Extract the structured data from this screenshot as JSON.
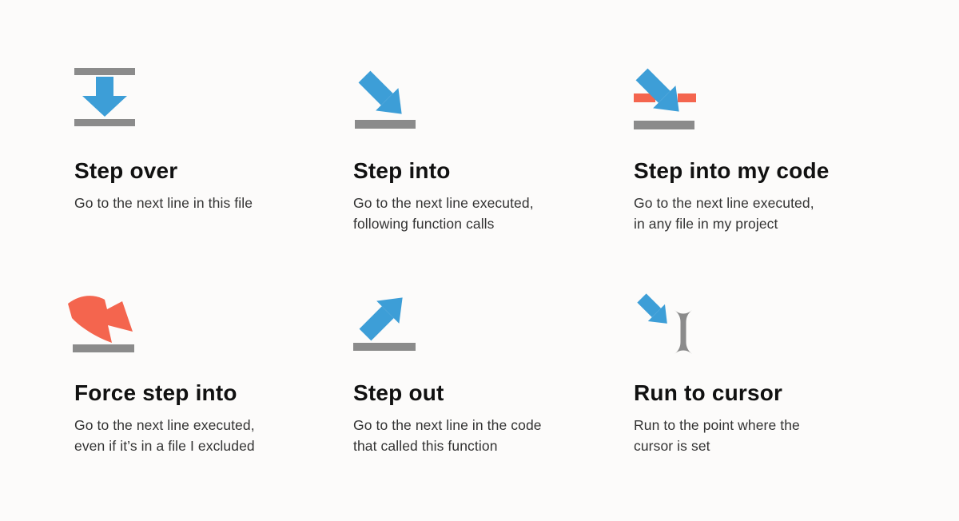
{
  "page": {
    "background": "#fcfbfa"
  },
  "colors": {
    "blue": "#3d9ed7",
    "gray": "#8b8b8b",
    "orange": "#f4654e",
    "title": "#111111",
    "desc": "#333333"
  },
  "cards": [
    {
      "id": "step-over",
      "icon": "step-over-icon",
      "title": "Step over",
      "desc": "Go to the next line in this file"
    },
    {
      "id": "step-into",
      "icon": "step-into-icon",
      "title": "Step into",
      "desc": "Go to the next line executed,\nfollowing function calls"
    },
    {
      "id": "step-into-my-code",
      "icon": "step-into-my-code-icon",
      "title": "Step into my code",
      "desc": "Go to the next line executed,\nin any file in my project"
    },
    {
      "id": "force-step-into",
      "icon": "force-step-into-icon",
      "title": "Force step into",
      "desc": "Go to the next line executed,\neven if it’s in a file I excluded"
    },
    {
      "id": "step-out",
      "icon": "step-out-icon",
      "title": "Step out",
      "desc": "Go to the next line in the code\nthat called this function"
    },
    {
      "id": "run-to-cursor",
      "icon": "run-to-cursor-icon",
      "title": "Run to cursor",
      "desc": "Run to the point where the\ncursor is set"
    }
  ]
}
